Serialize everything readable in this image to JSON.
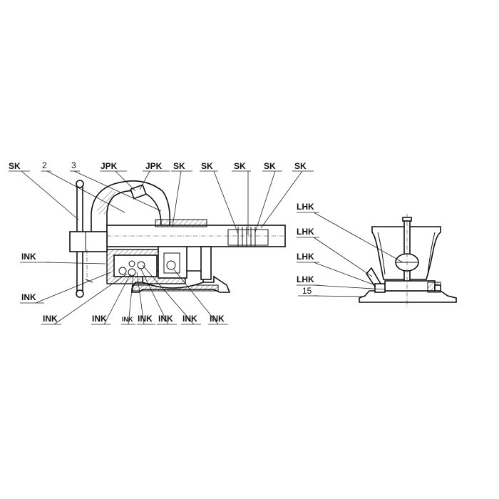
{
  "labels": {
    "left_top": [
      "SK",
      "2",
      "3",
      "JPK",
      "JPK",
      "SK",
      "SK",
      "SK",
      "SK",
      "SK"
    ],
    "left_side": [
      "INK",
      "INK"
    ],
    "left_bottom": [
      "INK",
      "INK",
      "INK",
      "INK",
      "INK",
      "INK",
      "INK"
    ],
    "right_side": [
      "LHK",
      "LHK",
      "LHK",
      "LHK",
      "15"
    ]
  }
}
